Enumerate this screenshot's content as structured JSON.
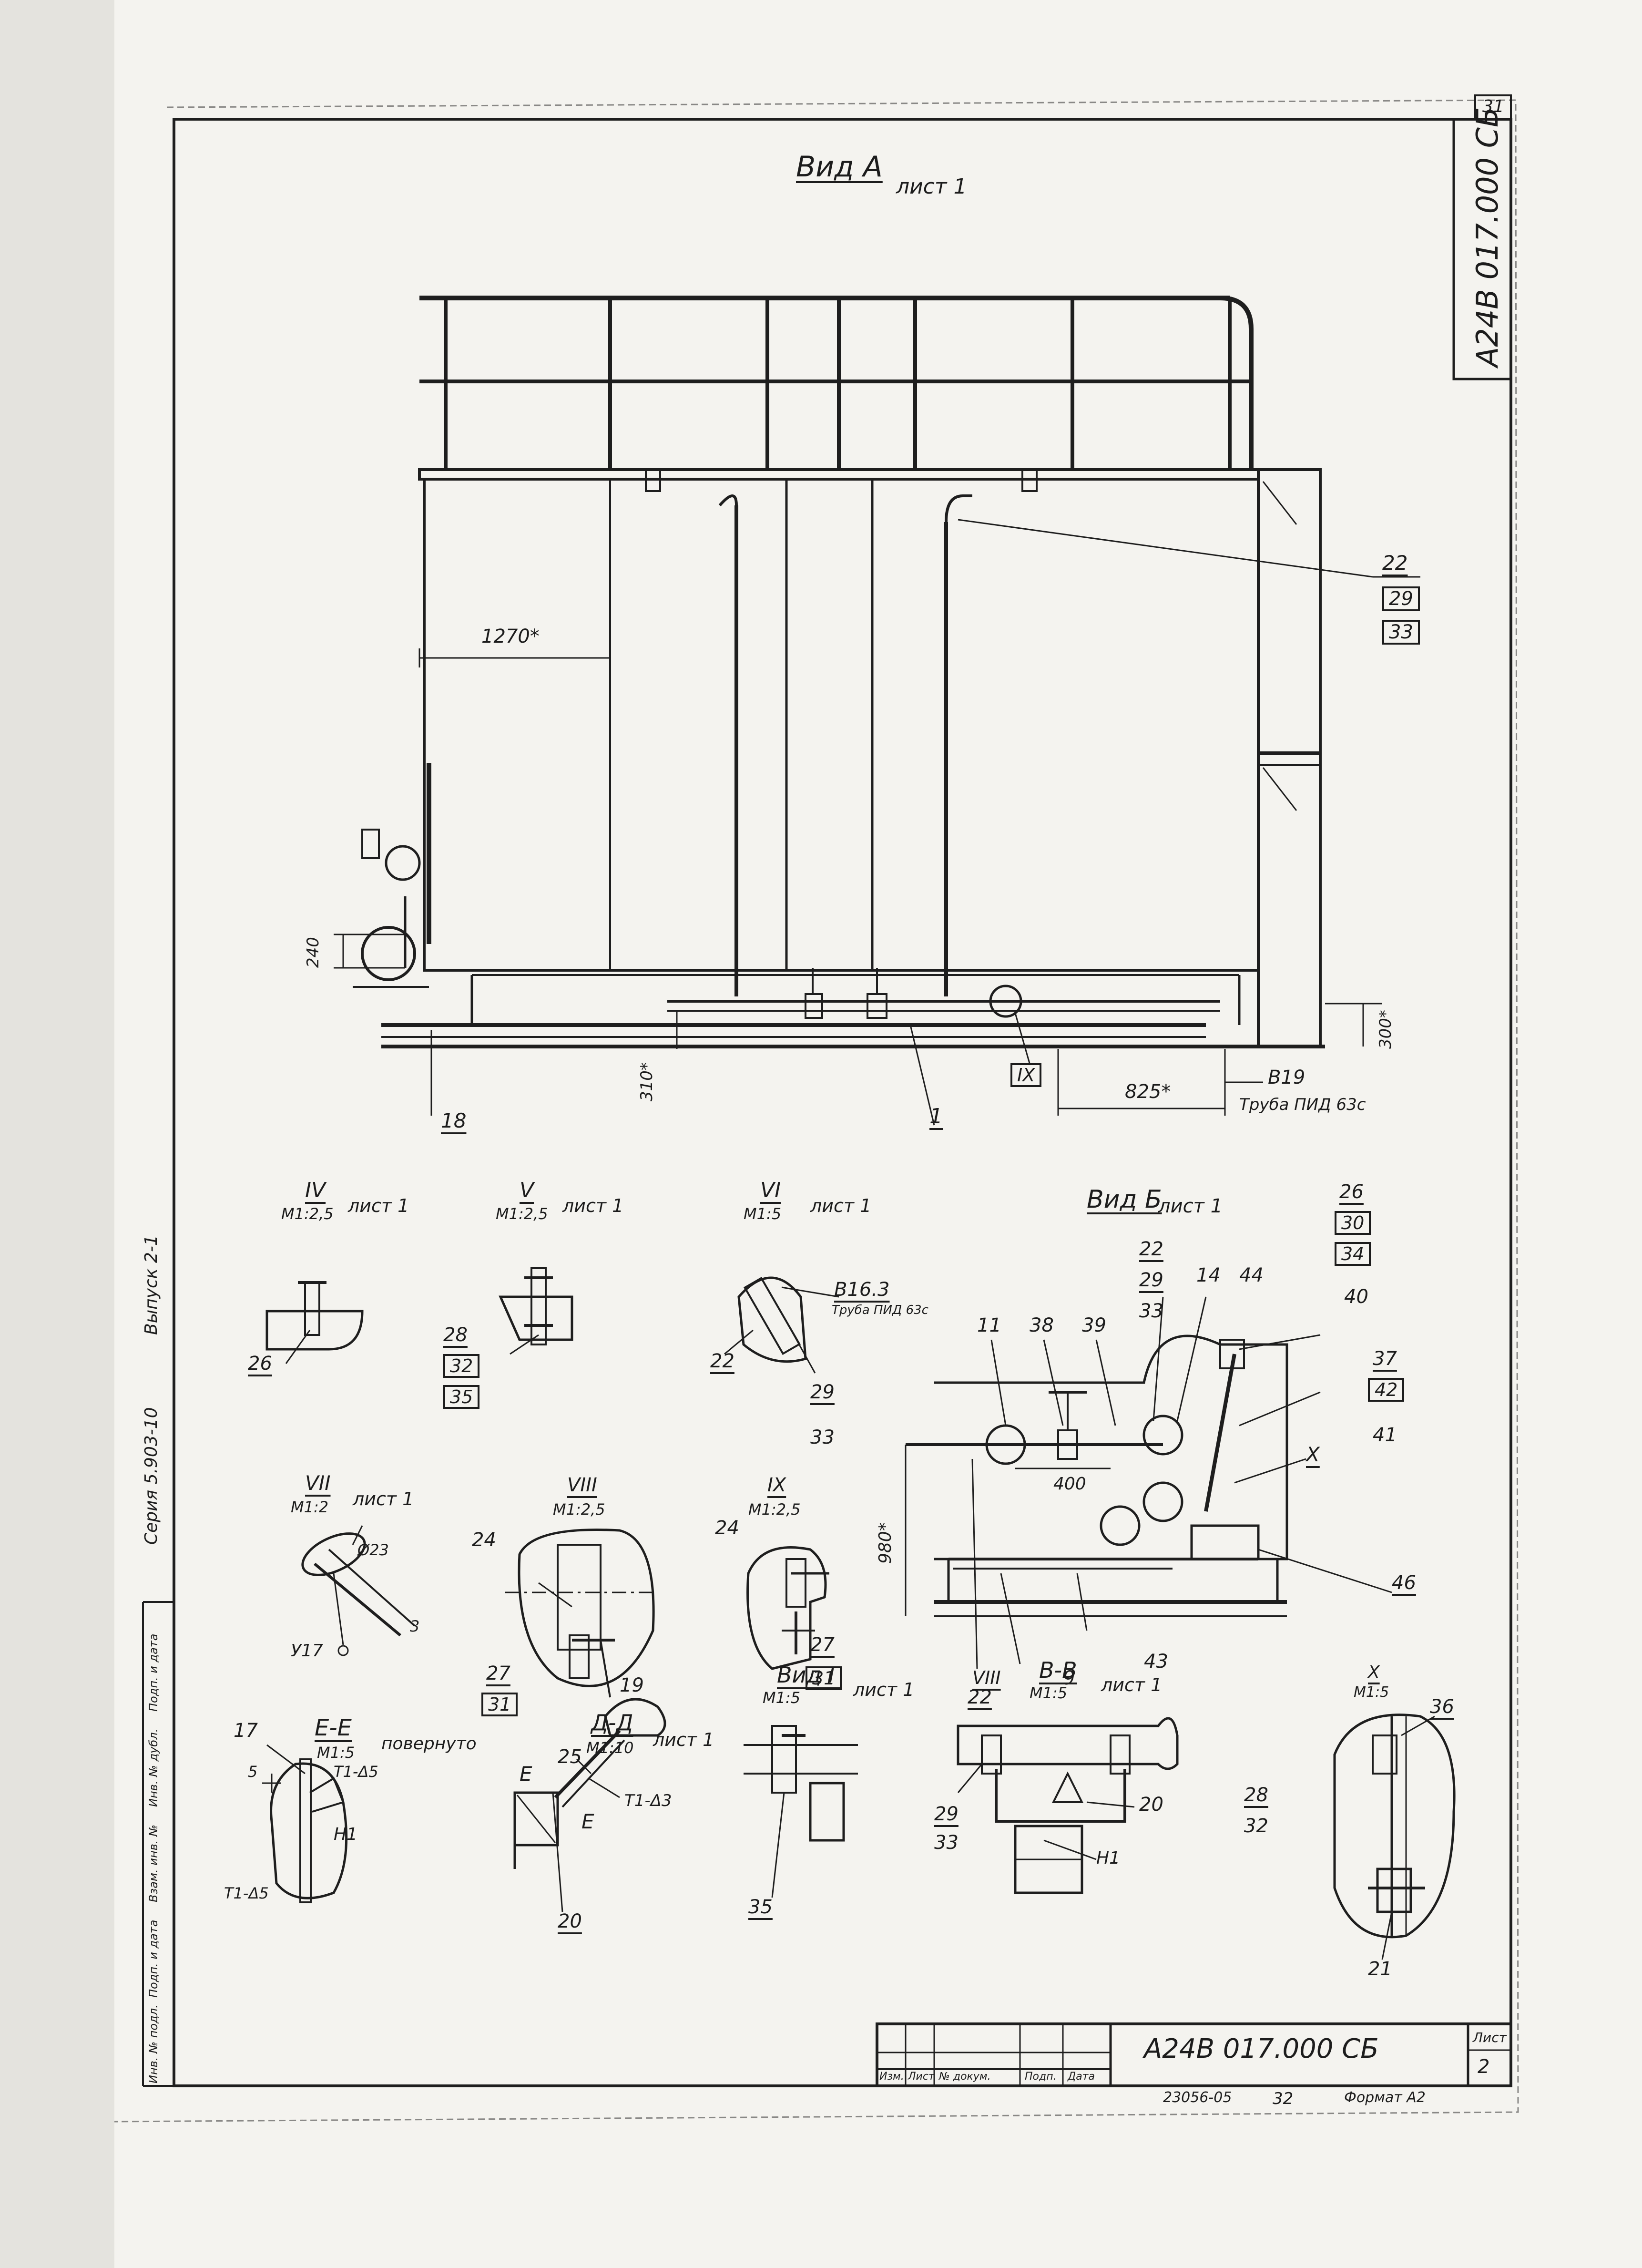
{
  "corner_sheet_number": "31",
  "doc_code_vertical": "А24В 017.000 СБ",
  "left_margin": {
    "series": "Серия 5.903-10",
    "issue": "Выпуск 2-1",
    "stamp_cells": [
      "Инв. № подл.",
      "Подп. и дата",
      "Взам. инв. №",
      "Инв. № дубл.",
      "Подп. и дата"
    ]
  },
  "view_a": {
    "title": "Вид А",
    "sheet": "лист 1",
    "dim_width": "1270*",
    "dim_height_left": "240",
    "dim_bottom": "310*",
    "dim_right_bottom": "300*",
    "dim_825": "825*",
    "pipe_label": "В19",
    "pipe_spec": "Труба ПИД 63с",
    "callout_18": "18",
    "callout_1": "1",
    "callout_ix": "IX",
    "callout_22": "22",
    "callout_29": "29",
    "callout_33": "33"
  },
  "section_iv": {
    "roman": "IV",
    "scale": "М1:2,5",
    "sheet": "лист 1",
    "p1": "26"
  },
  "section_v": {
    "roman": "V",
    "scale": "М1:2,5",
    "sheet": "лист 1",
    "p1": "28",
    "p2": "32",
    "p3": "35"
  },
  "section_vi": {
    "roman": "VI",
    "scale": "М1:5",
    "sheet": "лист 1",
    "pipe_label": "В16.3",
    "pipe_spec": "Труба ПИД 63с",
    "p1": "22",
    "p2": "29",
    "p3": "33"
  },
  "view_b": {
    "title": "Вид Б",
    "sheet": "лист 1",
    "dim_400": "400",
    "dim_980": "980*",
    "callouts": {
      "c11": "11",
      "c38": "38",
      "c39": "39",
      "c22": "22",
      "c29": "29",
      "c33": "33",
      "c14": "14",
      "c44": "44",
      "c26": "26",
      "c30": "30",
      "c34": "34",
      "c40": "40",
      "c37": "37",
      "c42": "42",
      "c41": "41",
      "cx": "X",
      "c46": "46",
      "c43": "43",
      "c9": "9",
      "cviii": "VIII"
    }
  },
  "section_vii": {
    "roman": "VII",
    "scale": "М1:2",
    "sheet": "лист 1",
    "dia": "Ø23",
    "weld": "У17",
    "dim3": "3"
  },
  "section_viii": {
    "roman": "VIII",
    "scale": "М1:2,5",
    "p1": "24",
    "p2": "27",
    "p3": "31",
    "p4": "19"
  },
  "section_ix": {
    "roman": "IX",
    "scale": "М1:2,5",
    "p1": "24",
    "p2": "27",
    "p3": "31"
  },
  "section_ee": {
    "title": "Е-Е",
    "scale": "М1:5",
    "note": "повернуто",
    "p1": "17",
    "dim5": "5",
    "weld1": "Т1-Δ5",
    "weld2": "Т1-Δ5",
    "mark": "Н1"
  },
  "section_dd": {
    "title": "Д-Д",
    "scale": "М1:10",
    "sheet": "лист 1",
    "p1": "25",
    "p2": "20",
    "weld": "Т1-Δ3",
    "e1": "Е",
    "e2": "Е"
  },
  "view_g": {
    "title": "Вид Г",
    "scale": "М1:5",
    "sheet": "лист 1",
    "p1": "35"
  },
  "section_vv": {
    "title": "В-В",
    "scale": "М1:5",
    "sheet": "лист 1",
    "p1": "22",
    "p2": "29",
    "p3": "33",
    "p4": "20",
    "mark": "Н1"
  },
  "section_x": {
    "roman": "X",
    "scale": "М1:5",
    "p1": "36",
    "p2": "28",
    "p3": "32",
    "p4": "21"
  },
  "title_block": {
    "doc_code": "А24В 017.000 СБ",
    "headers": [
      "Изм.",
      "Лист",
      "№ докум.",
      "Подп.",
      "Дата"
    ],
    "sheet_label": "Лист",
    "sheet_number": "2",
    "footer_left": "23056-05",
    "footer_mid": "32",
    "footer_format": "Формат А2"
  }
}
